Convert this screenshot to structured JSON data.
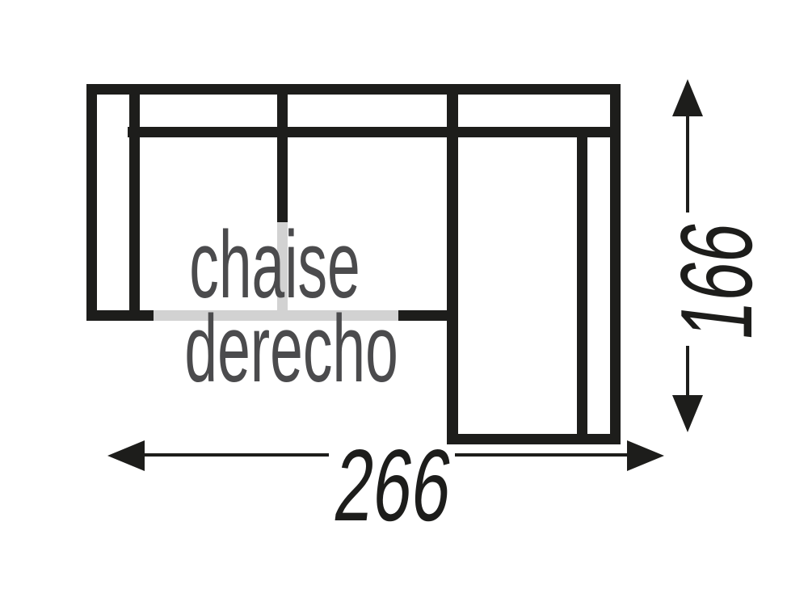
{
  "diagram": {
    "type": "sofa-floor-plan",
    "label_line1": "chaise",
    "label_line2": "derecho",
    "width_dimension": "266",
    "height_dimension": "166"
  },
  "colors": {
    "line": "#1d1d1b",
    "label_text": "#4b4b4d",
    "overlap_line": "#d2d2d2",
    "background": "#ffffff"
  }
}
